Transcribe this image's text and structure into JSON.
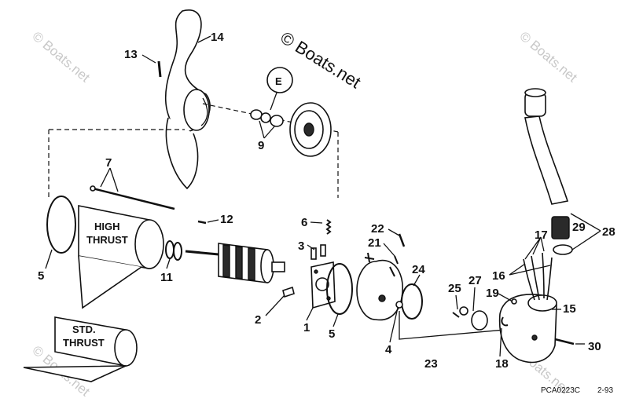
{
  "watermarks": [
    "© Boats.net",
    "© Boats.net",
    "© Boats.net",
    "© Boats.net"
  ],
  "copyright": "© Boats.net",
  "figure_code": "PCA0223C",
  "figure_date": "2-93",
  "symbol_letter": "E",
  "labels": {
    "high_thrust_line1": "HIGH",
    "high_thrust_line2": "THRUST",
    "std_thrust_line1": "STD.",
    "std_thrust_line2": "THRUST"
  },
  "callouts": [
    "13",
    "14",
    "9",
    "7",
    "12",
    "6",
    "3",
    "22",
    "21",
    "24",
    "5",
    "11",
    "2",
    "1",
    "5",
    "4",
    "25",
    "27",
    "23",
    "19",
    "17",
    "29",
    "28",
    "16",
    "15",
    "18",
    "30"
  ]
}
